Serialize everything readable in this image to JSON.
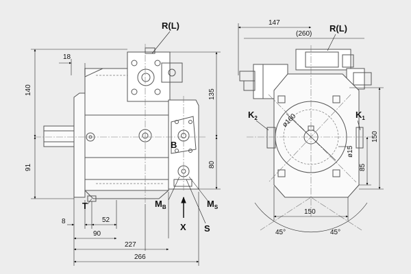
{
  "side_view": {
    "labels": {
      "port_rl": "R(L)",
      "port_b": "B",
      "port_t": "T",
      "port_m": "M",
      "port_m_b_sub": "B",
      "port_m_s": "M",
      "port_m_s_sub": "S",
      "port_s": "S",
      "view_x": "X"
    },
    "dims": {
      "d18": "18",
      "d140": "140",
      "d91": "91",
      "d135": "135",
      "d80": "80",
      "d8": "8",
      "d52": "52",
      "d90": "90",
      "d227": "227",
      "d266": "266"
    }
  },
  "front_view": {
    "labels": {
      "port_rl": "R(L)",
      "port_k2": "K",
      "port_k2_sub": "2",
      "port_k1": "K",
      "port_k1_sub": "1"
    },
    "dims": {
      "d147": "147",
      "d260": "(260)",
      "d160": "ø160",
      "d15": "ø15",
      "d85": "85",
      "d150_v": "150",
      "d150_h": "150",
      "a45_left": "45°",
      "a45_right": "45°"
    }
  }
}
